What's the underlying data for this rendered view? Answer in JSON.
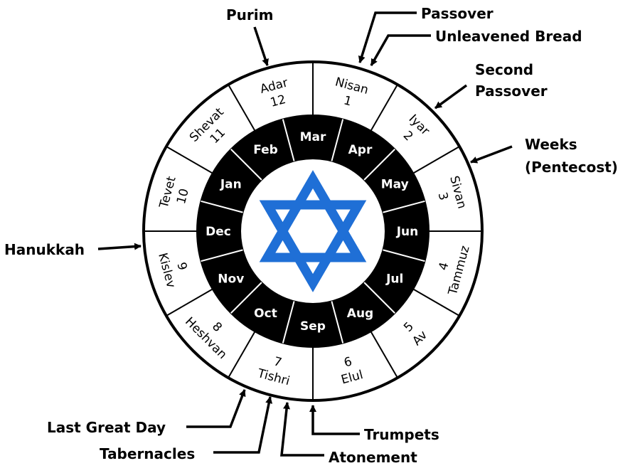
{
  "hebrew_months": [
    {
      "name": "Nisan",
      "number": "1"
    },
    {
      "name": "Iyar",
      "number": "2"
    },
    {
      "name": "Sivan",
      "number": "3"
    },
    {
      "name": "Tammuz",
      "number": "4"
    },
    {
      "name": "Av",
      "number": "5"
    },
    {
      "name": "Elul",
      "number": "6"
    },
    {
      "name": "Tishri",
      "number": "7"
    },
    {
      "name": "Heshvan",
      "number": "8"
    },
    {
      "name": "Kislev",
      "number": "9"
    },
    {
      "name": "Tevet",
      "number": "10"
    },
    {
      "name": "Shevat",
      "number": "11"
    },
    {
      "name": "Adar",
      "number": "12"
    }
  ],
  "gregorian_months": [
    "Mar",
    "Apr",
    "May",
    "Jun",
    "Jul",
    "Aug",
    "Sep",
    "Oct",
    "Nov",
    "Dec",
    "Jan",
    "Feb"
  ],
  "festivals": {
    "purim": "Purim",
    "passover": "Passover",
    "unleavened_bread": "Unleavened Bread",
    "second_passover_line1": "Second",
    "second_passover_line2": "Passover",
    "weeks_line1": "Weeks",
    "weeks_line2": "(Pentecost)",
    "hanukkah": "Hanukkah",
    "last_great_day": "Last Great Day",
    "tabernacles": "Tabernacles",
    "atonement": "Atonement",
    "trumpets": "Trumpets"
  },
  "colors": {
    "ring_outer_fill": "#ffffff",
    "ring_inner_fill": "#000000",
    "star": "#1f6fd6",
    "line": "#000000"
  },
  "center_symbol": "star-of-david-icon"
}
